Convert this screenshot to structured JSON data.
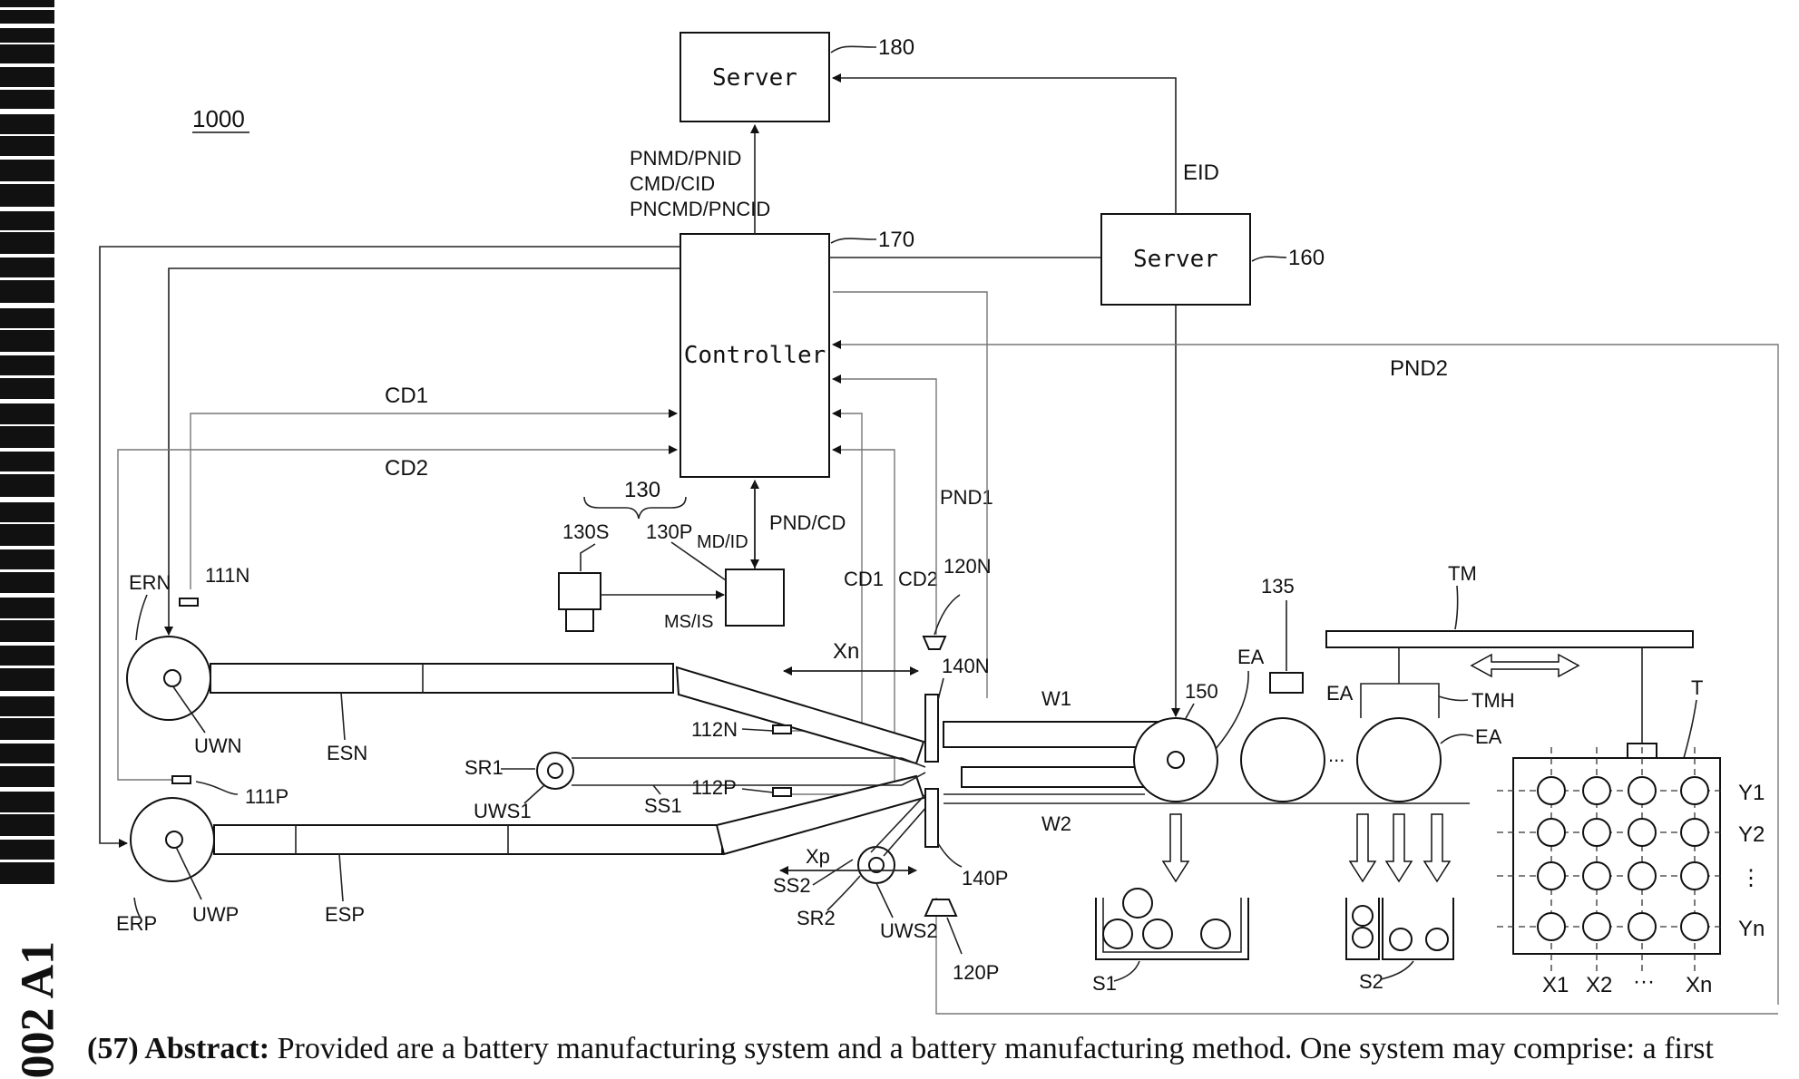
{
  "figure_ref": "1000",
  "doc_suffix": "002 A1",
  "boxes": {
    "server_top": "Server",
    "server_mid": "Server",
    "controller": "Controller"
  },
  "refs": {
    "r180": "180",
    "r170": "170",
    "r160": "160",
    "r130": "130",
    "r130S": "130S",
    "r130P": "130P",
    "r135": "135",
    "r150": "150",
    "r111N": "111N",
    "r111P": "111P",
    "r112N": "112N",
    "r112P": "112P",
    "r120N": "120N",
    "r120P": "120P",
    "r140N": "140N",
    "r140P": "140P"
  },
  "signals": {
    "pnmd": "PNMD/PNID",
    "cmd": "CMD/CID",
    "pncmd": "PNCMD/PNCID",
    "eid": "EID",
    "cd1_top": "CD1",
    "cd2_top": "CD2",
    "cd1_right": "CD1",
    "cd2_right": "CD2",
    "pnd1": "PND1",
    "pnd2": "PND2",
    "pnd_cd": "PND/CD",
    "md_id": "MD/ID",
    "ms_is": "MS/IS"
  },
  "labels": {
    "ern": "ERN",
    "uwn": "UWN",
    "esn": "ESN",
    "erp": "ERP",
    "uwp": "UWP",
    "esp": "ESP",
    "sr1": "SR1",
    "uws1": "UWS1",
    "ss1": "SS1",
    "sr2": "SR2",
    "uws2": "UWS2",
    "ss2": "SS2",
    "xn": "Xn",
    "xp": "Xp",
    "w1": "W1",
    "w2": "W2",
    "ea1": "EA",
    "ea2": "EA",
    "ea3": "EA",
    "tm": "TM",
    "tmh": "TMH",
    "t": "T",
    "s1": "S1",
    "s2": "S2",
    "dots": "..."
  },
  "tray": {
    "y1": "Y1",
    "y2": "Y2",
    "yv": "⋮",
    "yn": "Yn",
    "x1": "X1",
    "x2": "X2",
    "xd": "···",
    "xn": "Xn"
  },
  "abstract": {
    "label": "(57) Abstract:",
    "text": "Provided are a battery manufacturing system and a battery manufacturing method. One system may comprise: a first"
  }
}
